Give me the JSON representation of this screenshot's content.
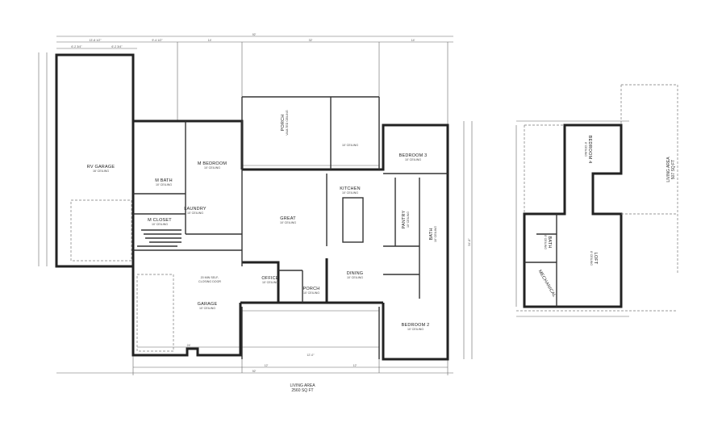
{
  "main_floor": {
    "rooms": [
      {
        "name": "RV GARAGE",
        "ceiling": "16' CEILING"
      },
      {
        "name": "M BEDROOM",
        "ceiling": "10' CEILING"
      },
      {
        "name": "M BATH",
        "ceiling": "10' CEILING"
      },
      {
        "name": "LAUNDRY",
        "ceiling": "10' CEILING"
      },
      {
        "name": "M CLOSET",
        "ceiling": "10' CEILING"
      },
      {
        "name": "GREAT",
        "ceiling": "10' CEILING"
      },
      {
        "name": "KITCHEN",
        "ceiling": "10' CEILING"
      },
      {
        "name": "PANTRY",
        "ceiling": "10' CEILING"
      },
      {
        "name": "BATH",
        "ceiling": "10' CEILING"
      },
      {
        "name": "BEDROOM 3",
        "ceiling": "10' CEILING"
      },
      {
        "name": "PORCH",
        "ceiling": "VAULTED CEILING"
      },
      {
        "name": "OFFICE",
        "ceiling": "10' CEILING"
      },
      {
        "name": "PORCH",
        "ceiling": "10' CEILING"
      },
      {
        "name": "DINING",
        "ceiling": "10' CEILING"
      },
      {
        "name": "GARAGE",
        "ceiling": "10' CEILING"
      },
      {
        "name": "BEDROOM 2",
        "ceiling": "10' CEILING"
      }
    ],
    "covered_ceiling": "10' CEILING",
    "garage_door_note_1": "20 MIN SELF-",
    "garage_door_note_2": "CLOSING DOOR",
    "living_area_label": "LIVING AREA",
    "living_area_value": "2560 SQ FT",
    "dimensions": {
      "overall": "92'",
      "top_1": "13'-8 1/2\"",
      "top_2": "9'-4 1/2\"",
      "top_3": "14'",
      "top_4": "32'",
      "top_5": "14'",
      "rv_1": "6'-2 3/4\"",
      "rv_2": "6'-2 3/4\"",
      "bottom_1": "12'",
      "bottom_2": "12'",
      "porch_span": "12'-0\"",
      "garage_depth": "24'",
      "right_depth": "54'-8\""
    }
  },
  "upper_floor": {
    "rooms": [
      {
        "name": "BEDROOM 4",
        "ceiling": "8' CEILING"
      },
      {
        "name": "LOFT",
        "ceiling": "8' CEILING"
      },
      {
        "name": "BATH",
        "ceiling": "8' CEILING"
      },
      {
        "name": "MECHANICAL",
        "ceiling": ""
      }
    ],
    "living_area_label": "LIVING AREA",
    "living_area_value": "507 SQ FT"
  }
}
